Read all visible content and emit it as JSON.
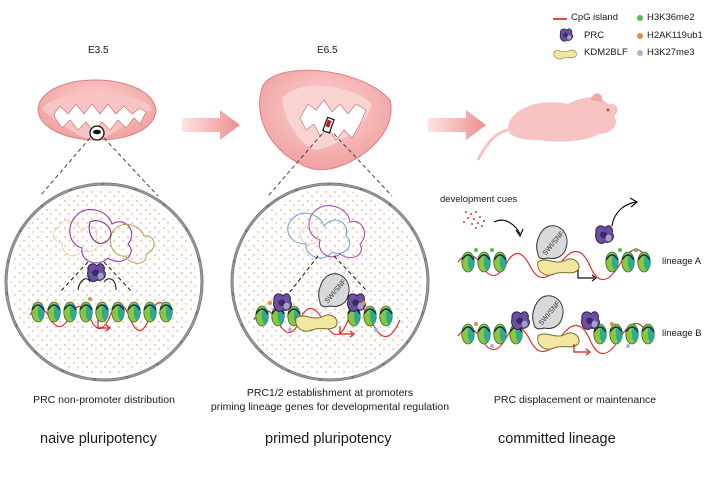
{
  "legend": {
    "cpg_island": "CpG island",
    "prc": "PRC",
    "kdm2blf": "KDM2BLF",
    "h3k36me2": "H3K36me2",
    "h2ak119ub1": "H2AK119ub1",
    "h3k27me3": "H3K27me3"
  },
  "stages": {
    "e35": "E3.5",
    "e65": "E6.5"
  },
  "labels": {
    "development_cues": "development cues",
    "lineage_a": "lineage A",
    "lineage_b": "lineage B",
    "swisnf": "SWI/SNF"
  },
  "captions": {
    "naive": "PRC non-promoter distribution",
    "primed_line1": "PRC1/2 establishment at promoters",
    "primed_line2": "priming lineage genes for developmental regulation",
    "committed": "PRC displacement or maintenance"
  },
  "titles": {
    "naive": "naive pluripotency",
    "primed": "primed pluripotency",
    "committed": "committed lineage"
  },
  "colors": {
    "cpg": "#e8312d",
    "h3k36me2": "#5cb85c",
    "h2ak119ub1": "#f08a3c",
    "h3k27me3": "#9fb8d8",
    "embryo": "#f4a8a8",
    "arrow": "#f19a9a",
    "nucleosome_green": "#8cc63f",
    "nucleosome_teal": "#1aa6a0",
    "prc_purple": "#5b3f8c",
    "kdm_yellow": "#f2e7a0"
  }
}
